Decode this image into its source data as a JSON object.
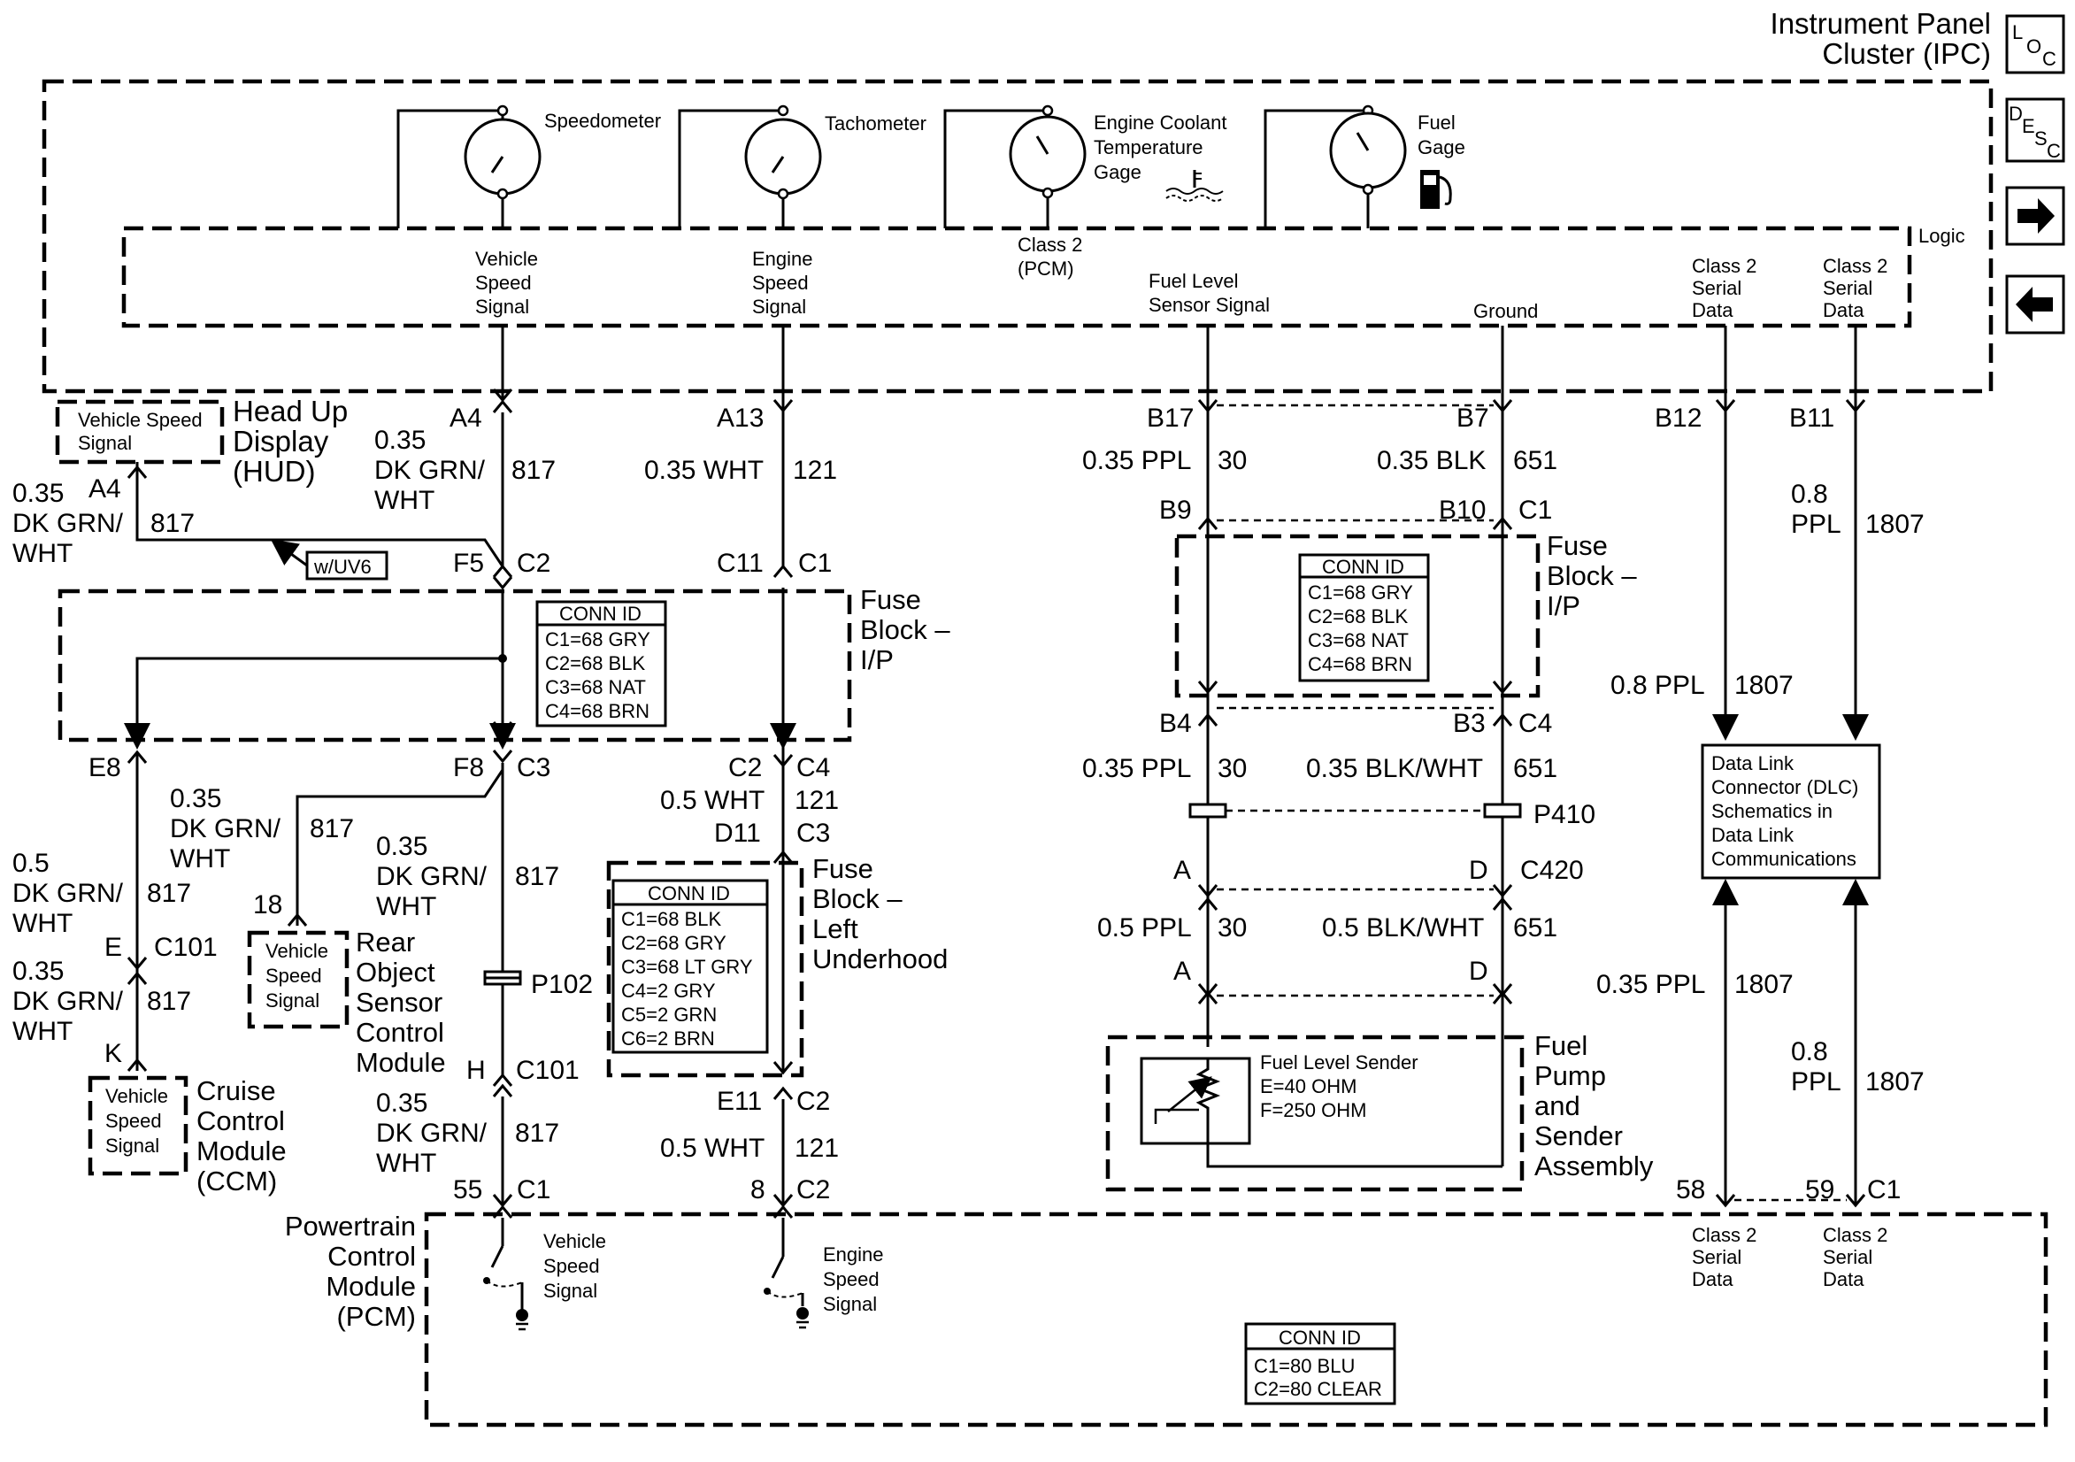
{
  "ipc": {
    "title_line1": "Instrument Panel",
    "title_line2": "Cluster (IPC)",
    "logic": "Logic",
    "gauges": {
      "speedometer": "Speedometer",
      "tachometer": "Tachometer",
      "coolant": [
        "Engine Coolant",
        "Temperature",
        "Gage"
      ],
      "fuel": [
        "Fuel",
        "Gage"
      ]
    },
    "signals": {
      "vehicle_speed": [
        "Vehicle",
        "Speed",
        "Signal"
      ],
      "engine_speed": [
        "Engine",
        "Speed",
        "Signal"
      ],
      "class2_pcm": [
        "Class 2",
        "(PCM)"
      ],
      "fuel_level": [
        "Fuel Level",
        "Sensor Signal"
      ],
      "ground": "Ground",
      "class2_a": [
        "Class 2",
        "Serial",
        "Data"
      ],
      "class2_b": [
        "Class 2",
        "Serial",
        "Data"
      ]
    },
    "pins": {
      "a4": "A4",
      "a13": "A13",
      "b17": "B17",
      "b7": "B7",
      "b12": "B12",
      "b11": "B11"
    }
  },
  "nav_icons": [
    "location-icon",
    "description-icon",
    "next-arrow-icon",
    "previous-arrow-icon"
  ],
  "loc_icon": [
    "L",
    "O",
    "C"
  ],
  "desc_icon": [
    "D",
    "E",
    "S",
    "C"
  ],
  "hud": {
    "signal": [
      "Vehicle Speed",
      "Signal"
    ],
    "title": [
      "Head Up",
      "Display",
      "(HUD)"
    ],
    "pin": "A4",
    "wire": [
      "0.35",
      "DK GRN/",
      "WHT"
    ],
    "circuit": "817",
    "option": "w/UV6"
  },
  "wires": {
    "vss_ipc": [
      "0.35",
      "DK GRN/",
      "WHT"
    ],
    "vss_ipc_circuit": "817",
    "eng_ipc": "0.35 WHT",
    "eng_ipc_circuit": "121",
    "fuel_ipc": "0.35 PPL",
    "fuel_ipc_circuit": "30",
    "gnd_ipc": "0.35 BLK",
    "gnd_ipc_circuit": "651",
    "b11_wire": [
      "0.8",
      "PPL"
    ],
    "b11_circuit": "1807",
    "b12_wire": "0.8 PPL",
    "b12_circuit": "1807",
    "rear_wire": [
      "0.35",
      "DK GRN/",
      "WHT"
    ],
    "rear_circuit": "817",
    "e8_wire": [
      "0.5",
      "DK GRN/",
      "WHT"
    ],
    "e8_circuit": "817",
    "ccm_wire": [
      "0.35",
      "DK GRN/",
      "WHT"
    ],
    "ccm_circuit": "817",
    "f8_wire": [
      "0.35",
      "DK GRN/",
      "WHT"
    ],
    "f8_circuit": "817",
    "h_wire": [
      "0.35",
      "DK GRN/",
      "WHT"
    ],
    "h_circuit": "817",
    "c4_wire": "0.5 WHT",
    "c4_circuit": "121",
    "c2_wire": "0.5 WHT",
    "c2_circuit": "121",
    "b4_wire": "0.35 PPL",
    "b4_circuit": "30",
    "b3_wire": "0.35 BLK/WHT",
    "b3_circuit": "651",
    "a_wire": "0.5 PPL",
    "a_circuit": "30",
    "d_wire": "0.5 BLK/WHT",
    "d_circuit": "651",
    "dlc58_wire": "0.35 PPL",
    "dlc58_circuit": "1807",
    "dlc59_wire": [
      "0.8",
      "PPL"
    ],
    "dlc59_circuit": "1807"
  },
  "connectors": {
    "f5": "F5",
    "c2a": "C2",
    "c11": "C11",
    "c1a": "C1",
    "e8": "E8",
    "f8": "F8",
    "c3a": "C3",
    "c2b": "C2",
    "c4a": "C4",
    "d11": "D11",
    "c3b": "C3",
    "e11": "E11",
    "c2c": "C2",
    "b9": "B9",
    "b10": "B10",
    "c1b": "C1",
    "b4": "B4",
    "b3": "B3",
    "c4b": "C4",
    "p410": "P410",
    "a1": "A",
    "d1": "D",
    "c420": "C420",
    "a2": "A",
    "d2": "D",
    "p102": "P102",
    "h": "H",
    "c101a": "C101",
    "e": "E",
    "c101b": "C101",
    "k": "K",
    "pin18": "18",
    "pin55": "55",
    "c1c": "C1",
    "pin8": "8",
    "c2d": "C2",
    "pin58": "58",
    "pin59": "59",
    "c1d": "C1"
  },
  "fuse_left": {
    "title": [
      "Fuse",
      "Block –",
      "I/P"
    ],
    "conn": [
      "CONN ID",
      "C1=68 GRY",
      "C2=68 BLK",
      "C3=68 NAT",
      "C4=68 BRN"
    ]
  },
  "fuse_right": {
    "title": [
      "Fuse",
      "Block –",
      "I/P"
    ],
    "conn": [
      "CONN ID",
      "C1=68 GRY",
      "C2=68 BLK",
      "C3=68 NAT",
      "C4=68 BRN"
    ]
  },
  "fuse_underhood": {
    "title": [
      "Fuse",
      "Block –",
      "Left",
      "Underhood"
    ],
    "conn": [
      "CONN ID",
      "C1=68 BLK",
      "C2=68 GRY",
      "C3=68 LT GRY",
      "C4=2 GRY",
      "C5=2 GRN",
      "C6=2 BRN"
    ]
  },
  "rear": {
    "signal": [
      "Vehicle",
      "Speed",
      "Signal"
    ],
    "title": [
      "Rear",
      "Object",
      "Sensor",
      "Control",
      "Module"
    ]
  },
  "ccm": {
    "signal": [
      "Vehicle",
      "Speed",
      "Signal"
    ],
    "title": [
      "Cruise",
      "Control",
      "Module",
      "(CCM)"
    ]
  },
  "dlc": {
    "text": [
      "Data Link",
      "Connector (DLC)",
      "Schematics in",
      "Data Link",
      "Communications"
    ]
  },
  "fuel_sender": {
    "text": [
      "Fuel Level Sender",
      "E=40 OHM",
      "F=250 OHM"
    ],
    "title": [
      "Fuel",
      "Pump",
      "and",
      "Sender",
      "Assembly"
    ]
  },
  "pcm": {
    "title": [
      "Powertrain",
      "Control",
      "Module",
      "(PCM)"
    ],
    "vss": [
      "Vehicle",
      "Speed",
      "Signal"
    ],
    "ess": [
      "Engine",
      "Speed",
      "Signal"
    ],
    "class2_a": [
      "Class 2",
      "Serial",
      "Data"
    ],
    "class2_b": [
      "Class 2",
      "Serial",
      "Data"
    ],
    "conn": [
      "CONN ID",
      "C1=80 BLU",
      "C2=80 CLEAR"
    ]
  }
}
